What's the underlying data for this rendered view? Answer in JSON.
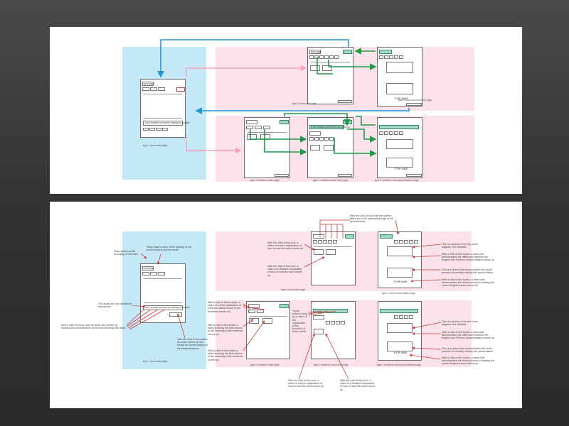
{
  "top_panel": {
    "labels": {
      "type1_word": "type 1 word main page",
      "type2_word": "type 2 word main page",
      "type2_word_pron": "type 2 word pronunciation page",
      "type2_sent": "type 2 sentence main page",
      "type2_sent_word": "type 2 sentence word main page",
      "type2_sent_word_pron": "type 2 sentence word pronunciation page"
    },
    "page_texts": {
      "word_label": "word page",
      "sentence_label": "sentence",
      "question": "Is he cracked a bread by reading on a plate?",
      "teal_btn": "Sort sentence",
      "teal_bar": "Is the sentence about the ocean going out of the plate?",
      "teal_bar_short": "Is the sentence about the sea going on?",
      "pron_word": "FOR MAR"
    }
  },
  "bottom_panel": {
    "labels": {
      "type1_word": "type 1 word main page",
      "type2_word": "type 2 word main page",
      "type2_word_pron": "type 2 word pronunciation page",
      "type2_sent": "type 2 sentence main page",
      "type2_sent_word": "type 2 sentence word main page",
      "type2_sent_word_pron": "type 2 sentence word pronunciation page"
    },
    "notes": {
      "plays_audio": "Plays back a audio recording of the word.",
      "plays_video": "Plays back a video of the reading of the word showing just the mouth",
      "not_clickable": "The words are not clickable in this section",
      "audio_clip": "With a click of every mark an audio clip comes up showing the pronunciation of the word showing the Math",
      "audio_button": "With the click of this button an audio comes up and shows the pronunciation of the whole sentence",
      "pron_link": "With the click of each tab the system takes you to its associated page of the pronunciation",
      "icon_short_1": "With the click of this icon, a video of a short explanation of how to read the word comes up",
      "icon_detailed_1": "With the click of this icon, a video of a detailed explanation of how to read the word comes up",
      "picture_1": "This is a picture of the two circle diagram, but clickable",
      "button_notes_1": "With a click of this button a video that demonstrates the difference between the English and Chinese pronunciations comes up",
      "picture_illus_1": "This is a picture that demonstrates the entire process of correctly making the pronunciation",
      "click_video_1": "With a click of this button, a video that demonstrates the whole process of making the correct English sound comes up",
      "click_these": "With a click of these audio, a video of a brief explanation of what the marks means to the sentence comes out",
      "click_button_nice": "With a click of this button a video showing the nice version of the meaning of the sentence comes up",
      "click_button_kind": "With a click of this button a video showing the kind version of the meaning of the sentence comes up",
      "three_buttons": "These buttons bring up a video of the explanation of the functions of these marks",
      "icon_short_2": "With the click of this icon, a video of a short explanation of how to read the word comes up",
      "icon_detailed_2": "With the click of this icon, a video of a detailed explanation of how to read the word comes up",
      "picture_2": "This is a picture of the two circle diagram, but clickable",
      "button_notes_2": "With a click of this button a video that demonstrates the difference between the English and Chinese pronunciations comes up",
      "picture_illus_2": "This is a picture that demonstrates the entire process of correctly making the pronunciation",
      "click_video_2": "With a click of this button, a video that demonstrates the whole process of making the correct English sound comes up"
    }
  },
  "colors": {
    "background": "#3c3c3c",
    "board": "#ffffff",
    "blue_zone": "#c4e8f6",
    "pink_zone": "#fbe1ea",
    "blue_arrow": "#1b9ad6",
    "green_arrow": "#1e9a4a",
    "pink_arrow": "#f3a0c2",
    "red_line": "#d13a3a"
  }
}
